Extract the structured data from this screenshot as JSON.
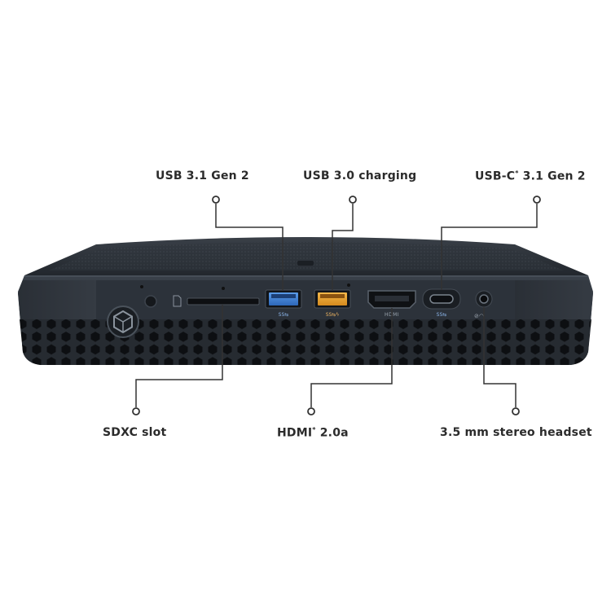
{
  "colors": {
    "chassis": "#2a2f36",
    "chassis_dark": "#1c2026",
    "chassis_light": "#3c434c",
    "top_surface": "#30363e",
    "usb3_blue": "#3d7fd6",
    "usb_charging_orange": "#e8a030",
    "leader_line": "#333333",
    "label_text": "#2b2b2b"
  },
  "callouts": {
    "usb31_gen2": {
      "text": "USB 3.1 Gen 2",
      "icon": "usb-port-icon"
    },
    "usb30_charging": {
      "text": "USB 3.0 charging",
      "icon": "usb-charging-port-icon"
    },
    "usbc_31_gen2": {
      "text": "USB-C",
      "sup": "*",
      "suffix": " 3.1 Gen 2",
      "icon": "usb-c-port-icon"
    },
    "sdxc_slot": {
      "text": "SDXC slot",
      "icon": "sd-card-slot-icon"
    },
    "hdmi_20a": {
      "text": "HDMI",
      "sup": "*",
      "suffix": " 2.0a",
      "icon": "hdmi-port-icon"
    },
    "headset": {
      "text": "3.5 mm stereo headset",
      "icon": "audio-jack-icon"
    }
  }
}
